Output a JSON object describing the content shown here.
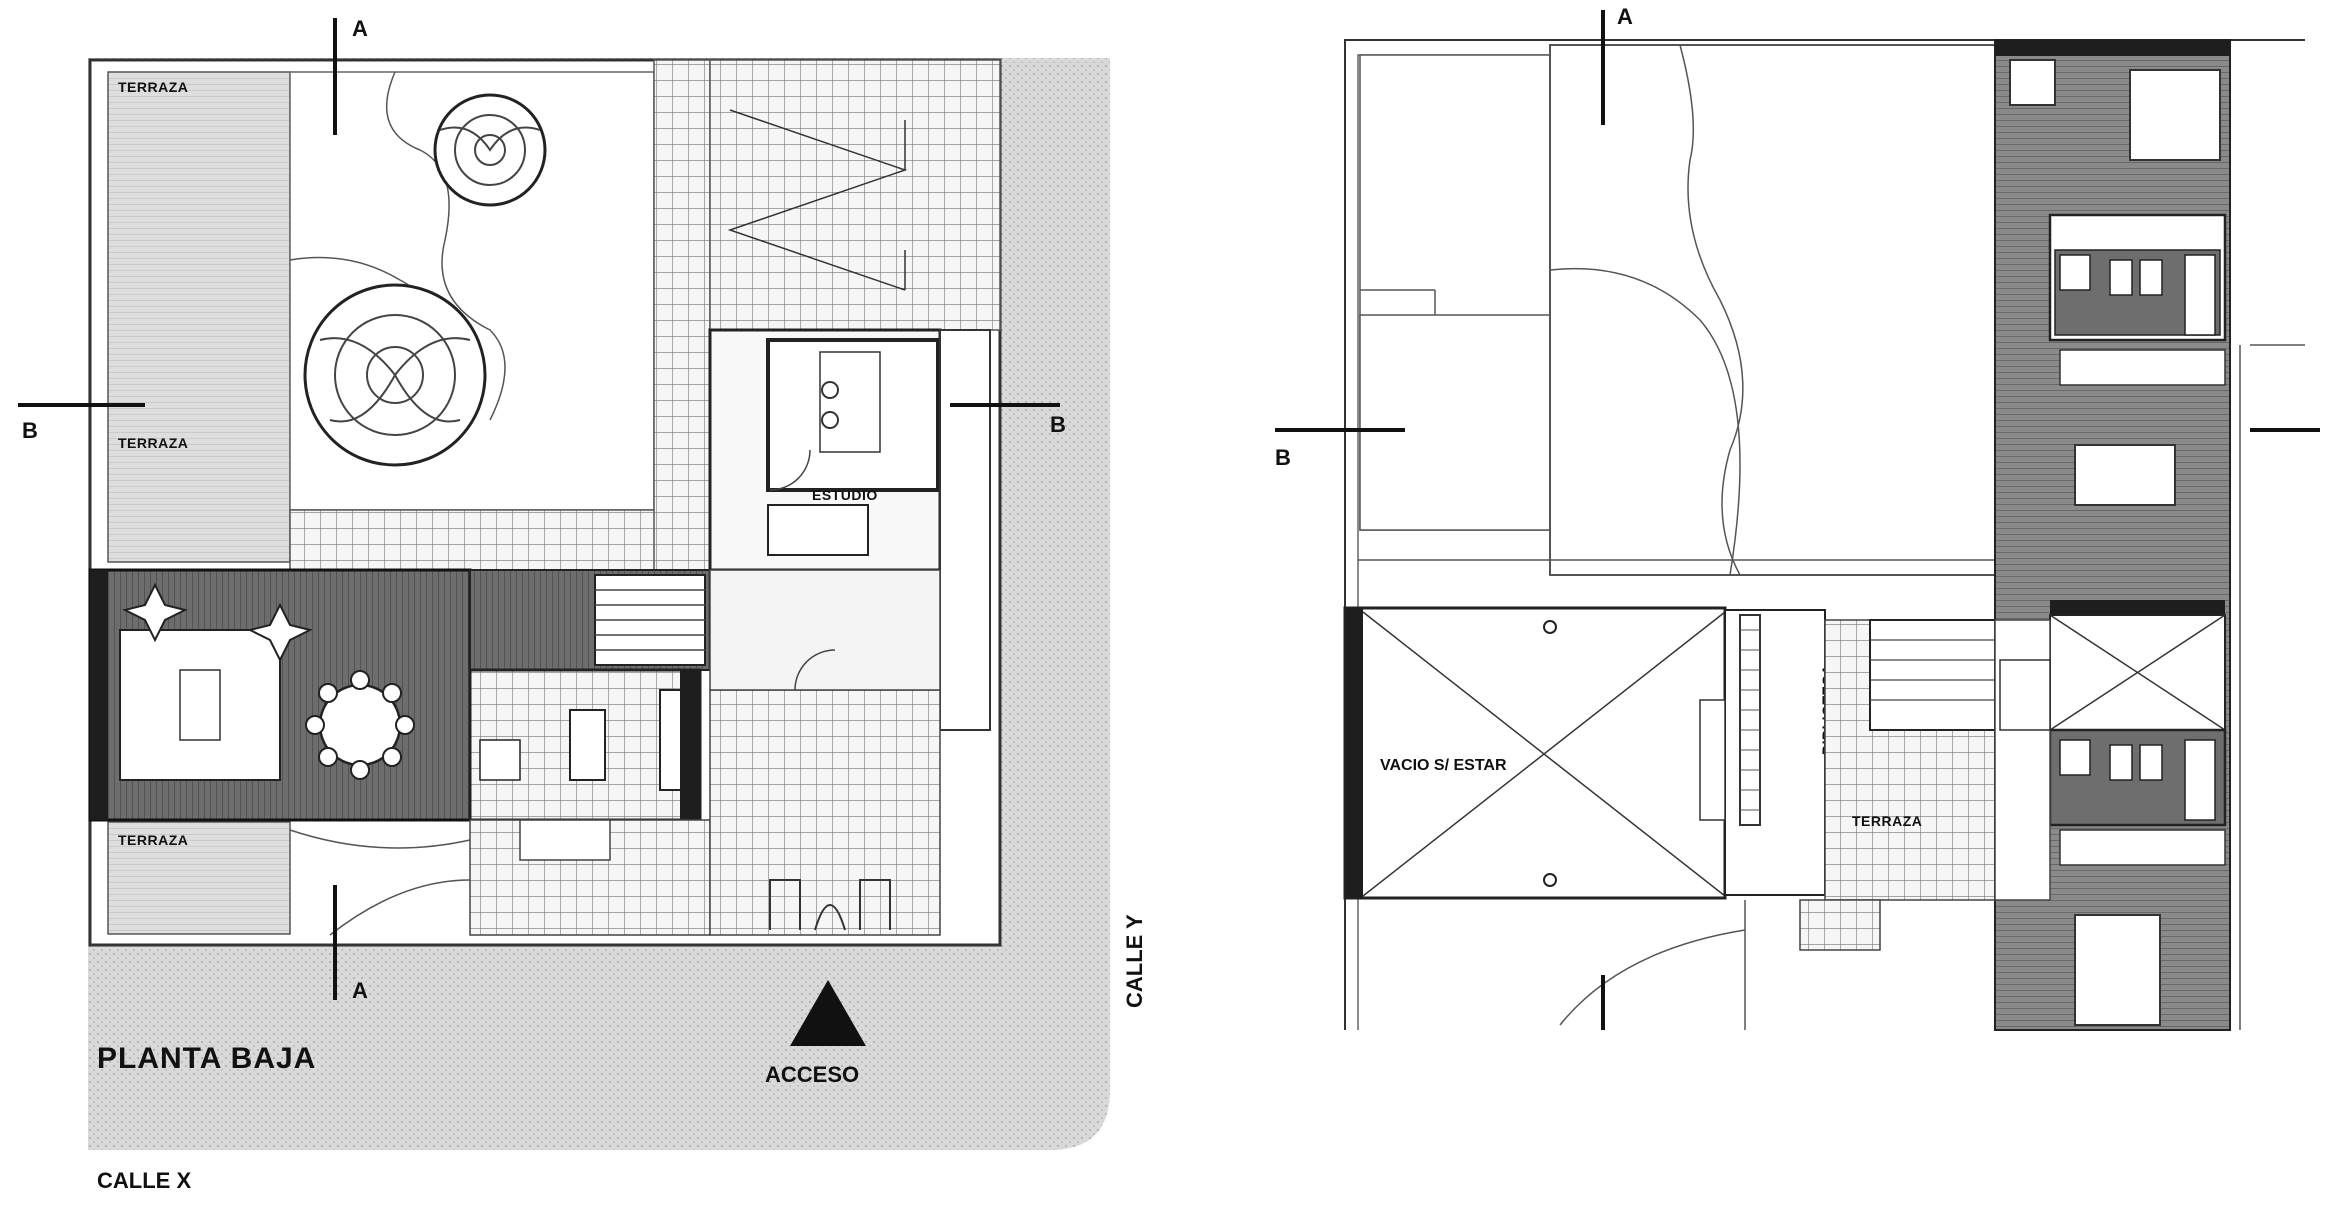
{
  "labels": {
    "section_a": "A",
    "section_b": "B",
    "terraza_upper": "TERRAZA",
    "terraza_mid": "TERRAZA",
    "terraza_low": "TERRAZA",
    "estudio": "ESTUDIO",
    "planta_baja": "PLANTA BAJA",
    "acceso": "ACCESO",
    "calle_x": "CALLE X",
    "calle_y": "CALLE Y",
    "vacio": "VACIO S/ ESTAR",
    "biblioteca": "BIBLIOTECA",
    "terraza_upper_floor": "TERRAZA"
  },
  "colors": {
    "ink": "#111111",
    "sidewalk": "#dcdcdc",
    "grid_paving": "#f2f2f2",
    "wood_floor": "#6e6e6e",
    "terrace_deck": "#d4d4d4",
    "wall_dark": "#1e1e1e"
  }
}
